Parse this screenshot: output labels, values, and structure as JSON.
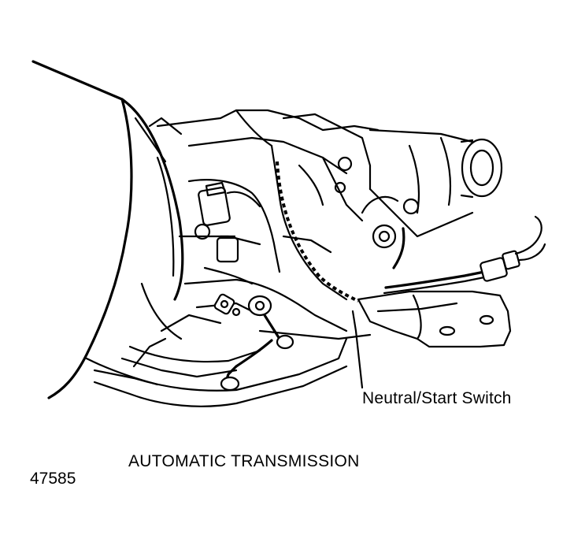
{
  "labels": {
    "callout": "Neutral/Start Switch",
    "caption": "AUTOMATIC TRANSMISSION",
    "figure_number": "47585"
  }
}
